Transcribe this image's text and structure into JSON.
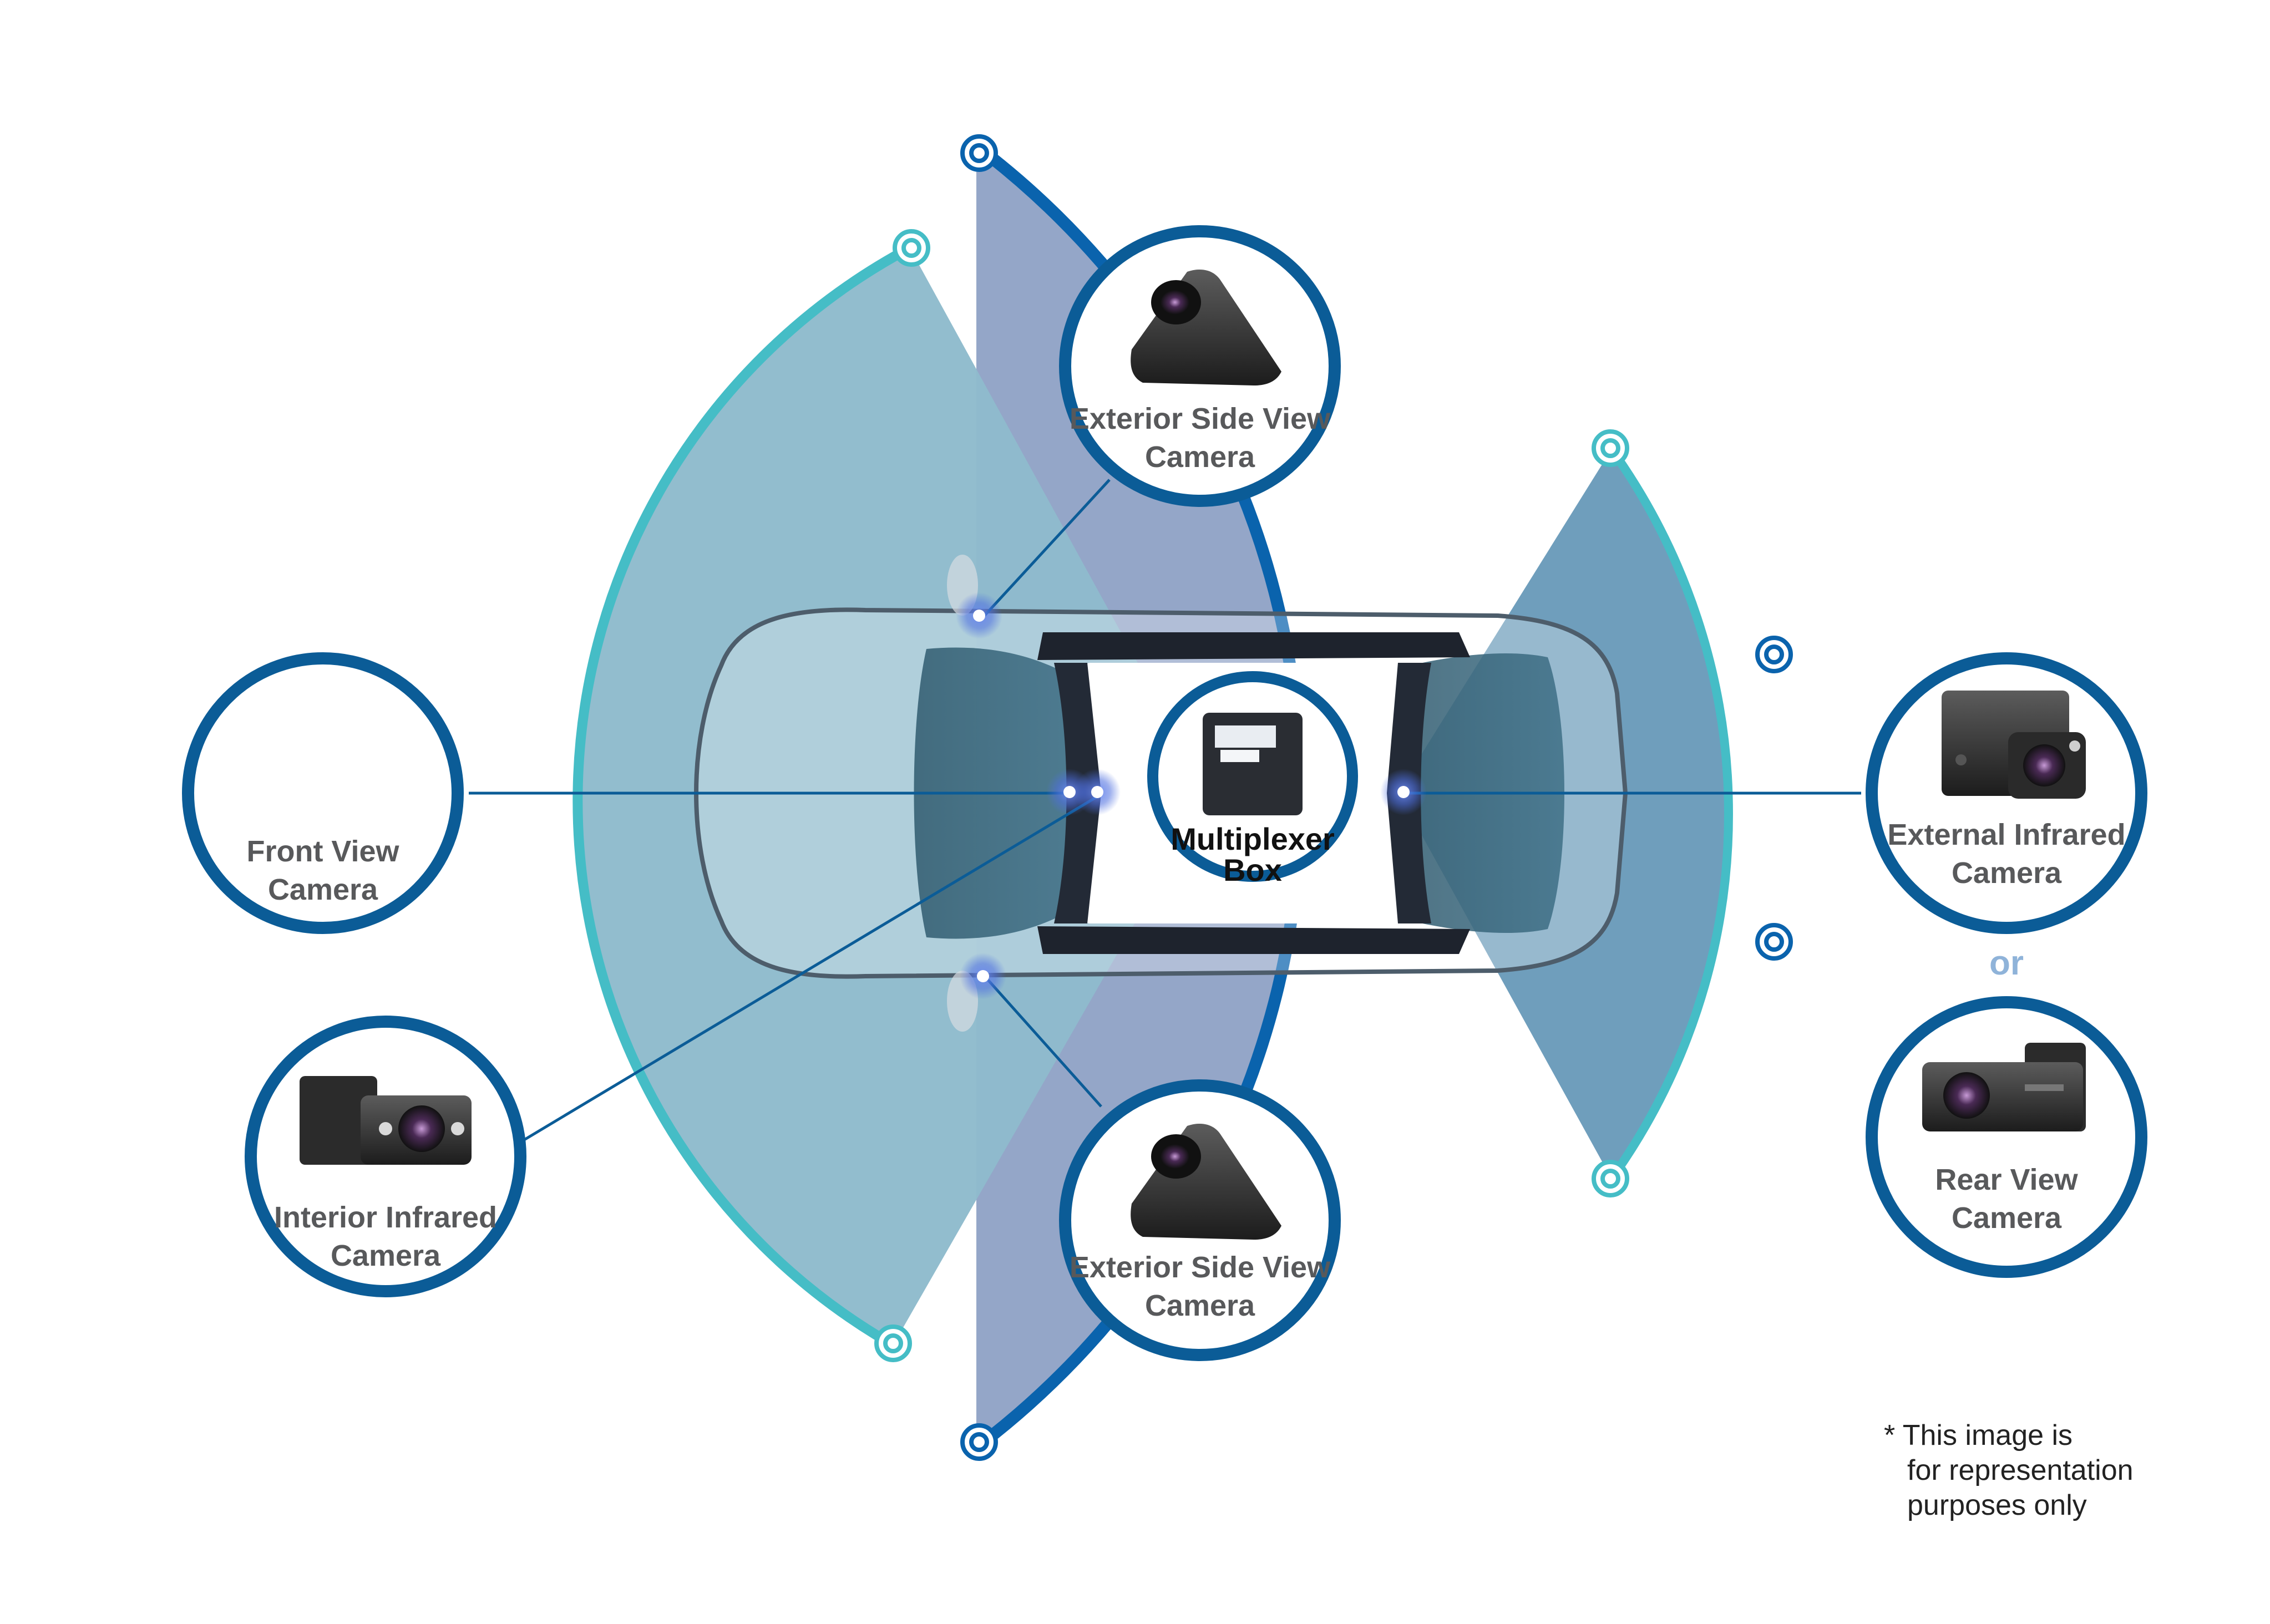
{
  "diagram": {
    "cameras": {
      "front": {
        "label_line1": "Front View",
        "label_line2": "Camera"
      },
      "interior_ir": {
        "label_line1": "Interior Infrared",
        "label_line2": "Camera"
      },
      "side_top": {
        "label_line1": "Exterior Side View",
        "label_line2": "Camera"
      },
      "side_bottom": {
        "label_line1": "Exterior Side View",
        "label_line2": "Camera"
      },
      "external_ir": {
        "label_line1": "External Infrared",
        "label_line2": "Camera"
      },
      "rear": {
        "label_line1": "Rear View",
        "label_line2": "Camera"
      }
    },
    "multiplexer": {
      "label_line1": "Multiplexer",
      "label_line2": "Box"
    },
    "or_text": "or",
    "footnote": {
      "line1": "* This image is",
      "line2": "for representation",
      "line3": "purposes only"
    },
    "colors": {
      "circle_stroke": "#0b5c97",
      "side_coverage_fill": "#94a6c8",
      "side_arc": "#0a63ad",
      "front_coverage_fill": "#8ebbcc",
      "front_arc": "#45bdc6",
      "rear_cone_fill": "#5f93b5",
      "camera_dot": "#3d62d6"
    }
  }
}
